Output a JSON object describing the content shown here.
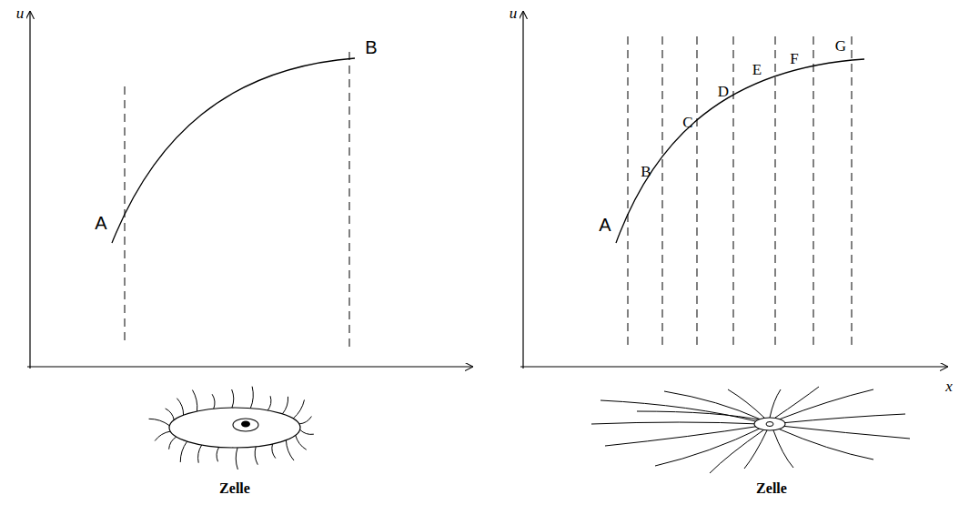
{
  "diagram": {
    "labels": [
      "u",
      "A",
      "B",
      "Zelle",
      "u",
      "A",
      "B",
      "C",
      "D",
      "E",
      "F",
      "G",
      "x",
      "Zelle"
    ]
  }
}
